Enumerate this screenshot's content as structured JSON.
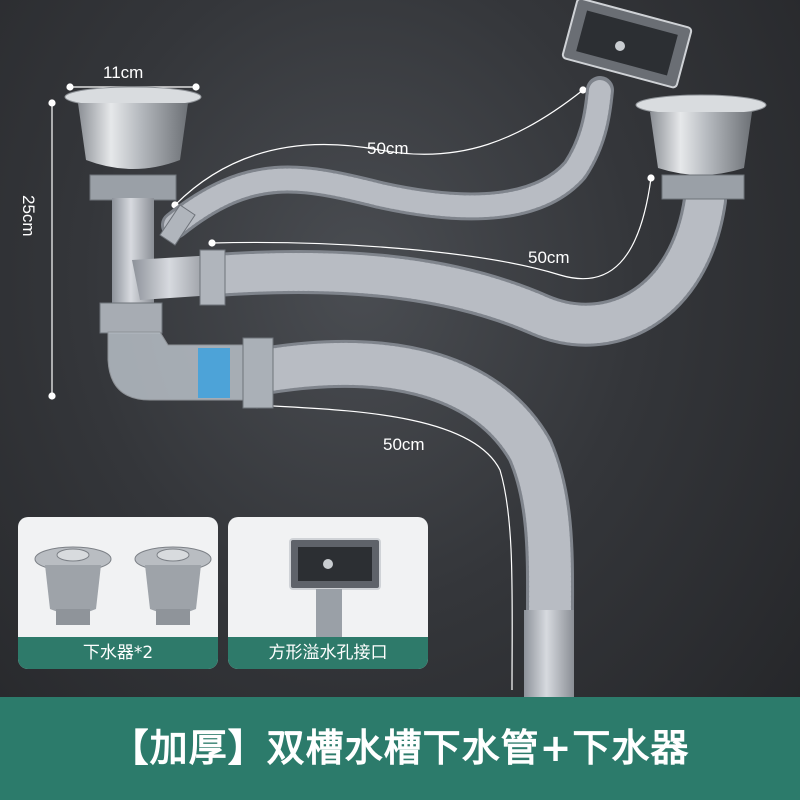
{
  "dimensions": {
    "top_width": "11cm",
    "height": "25cm",
    "hose_overflow": "50cm",
    "hose_second_sink": "50cm",
    "hose_outlet": "50cm"
  },
  "accessories": [
    {
      "label": "下水器*2"
    },
    {
      "label": "方形溢水孔接口"
    }
  ],
  "banner": {
    "title": "【加厚】双槽水槽下水管+下水器"
  },
  "colors": {
    "background": "#2b2c30",
    "banner": "#2c7b6b",
    "label_bar": "#2e7a6a",
    "hose": "#a3a8b0"
  }
}
